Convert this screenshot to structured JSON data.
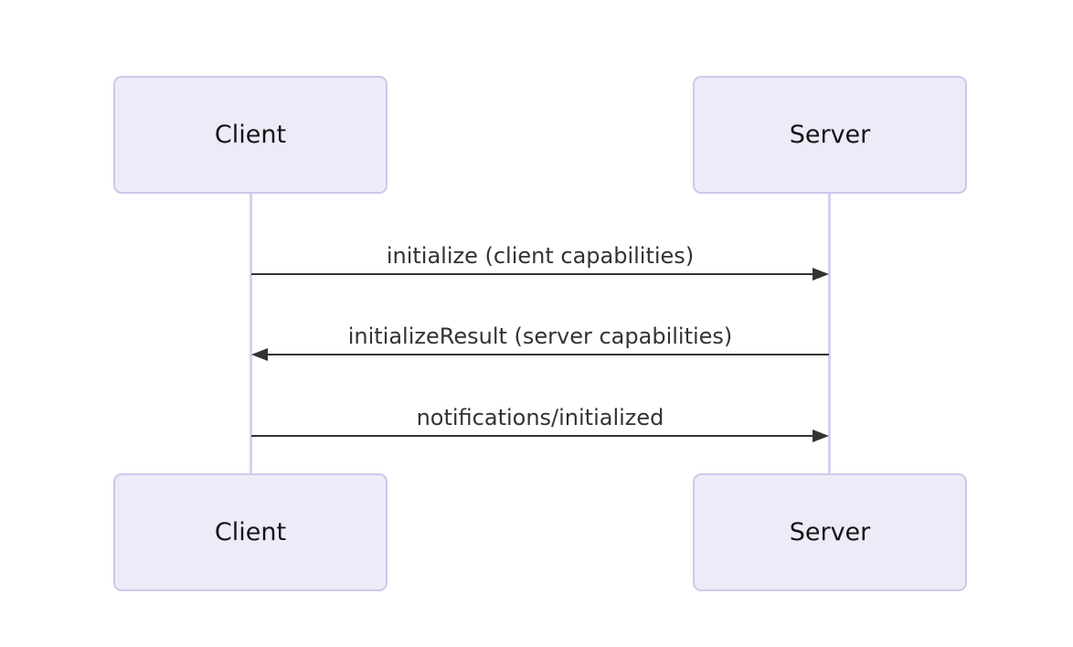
{
  "diagram": {
    "type": "sequence",
    "actors": {
      "client": {
        "label": "Client"
      },
      "server": {
        "label": "Server"
      }
    },
    "messages": [
      {
        "from": "client",
        "to": "server",
        "direction": "right",
        "label": "initialize (client capabilities)"
      },
      {
        "from": "server",
        "to": "client",
        "direction": "left",
        "label": "initializeResult (server capabilities)"
      },
      {
        "from": "client",
        "to": "server",
        "direction": "right",
        "label": "notifications/initialized"
      }
    ],
    "colors": {
      "background": "#FFFFFF",
      "actor_fill": "#ECECF9",
      "actor_border": "#CFC7EB",
      "lifeline": "#D8CFF0",
      "arrow": "#333333",
      "message_text": "#333333",
      "actor_text": "#141414"
    }
  }
}
